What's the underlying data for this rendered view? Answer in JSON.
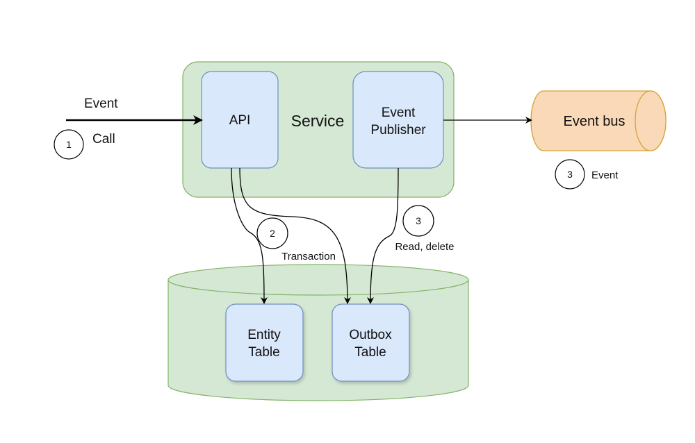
{
  "diagram": {
    "colors": {
      "service_fill": "#d5e8d4",
      "service_stroke": "#82b366",
      "box_fill": "#dae8fc",
      "box_stroke": "#6c8ebf",
      "bus_fill": "#fad9b8",
      "bus_stroke": "#d6a235",
      "line": "#000000"
    },
    "nodes": {
      "service": {
        "label": "Service"
      },
      "api": {
        "label": "API"
      },
      "publisher": {
        "label_line1": "Event",
        "label_line2": "Publisher"
      },
      "event_bus": {
        "label": "Event bus"
      },
      "database": {
        "label": ""
      },
      "entity_table": {
        "label_line1": "Entity",
        "label_line2": "Table"
      },
      "outbox_table": {
        "label_line1": "Outbox",
        "label_line2": "Table"
      }
    },
    "edges": {
      "incoming": {
        "label_above": "Event",
        "step": "1",
        "step_label": "Call"
      },
      "transaction": {
        "step": "2",
        "label": "Transaction"
      },
      "read_delete": {
        "step": "3",
        "label": "Read, delete"
      },
      "publish": {
        "step": "3",
        "label": "Event"
      }
    }
  }
}
